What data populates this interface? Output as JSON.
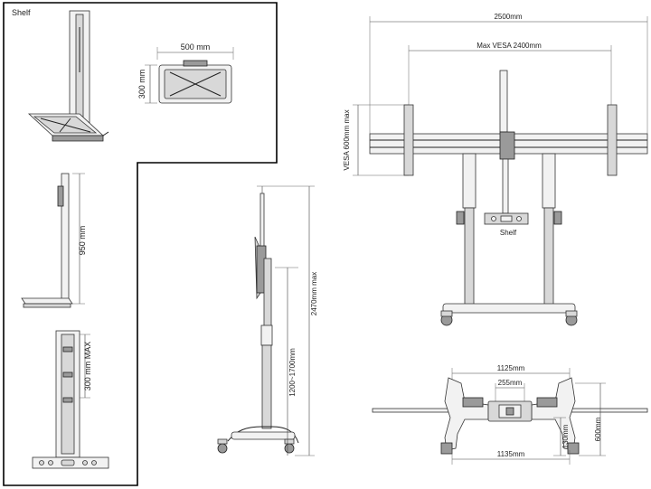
{
  "shelf_panel": {
    "title": "Shelf",
    "width_dim": "500 mm",
    "depth_dim": "300 mm",
    "height_dim": "950 mm",
    "vesa_dim": "300 mm MAX"
  },
  "side_view": {
    "range_dim": "1200~1700mm",
    "max_dim": "2470mm max"
  },
  "front_view": {
    "overall_width": "2500mm",
    "max_vesa_width": "Max VESA 2400mm",
    "vesa_height": "VESA 600mm max",
    "shelf_label": "Shelf"
  },
  "base_view": {
    "top_width": "1125mm",
    "inner_width": "255mm",
    "bottom_width": "1135mm",
    "small_height": "130mm",
    "large_height": "600mm"
  }
}
